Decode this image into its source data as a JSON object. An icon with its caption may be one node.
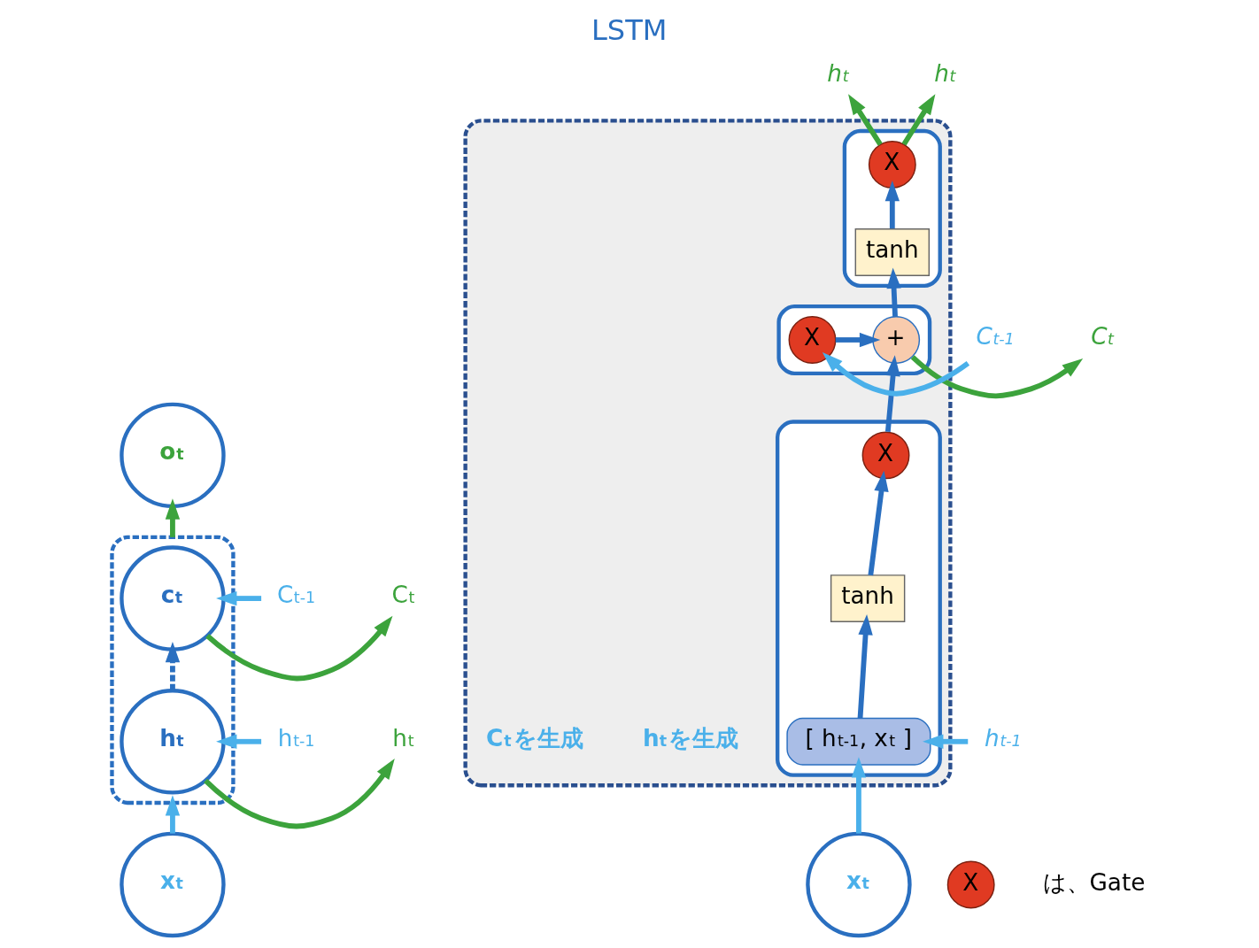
{
  "diagram": {
    "title": "LSTM",
    "nodes": [
      {
        "text": [
          "o$_{t}$"
        ]
      },
      {
        "text": [],
        "shape": "box"
      },
      {
        "text": [
          "c$_{t}$"
        ],
        "in": 1
      },
      {
        "text": [
          "h$_{t}$"
        ],
        "in": 1
      },
      {
        "text": [
          "x$_{t}$"
        ]
      },
      {
        "text": [
          "C$_{t-1}$"
        ]
      },
      {
        "text": [
          "C$_{t}$"
        ]
      },
      {
        "text": [
          "h$_{t-1}$"
        ]
      },
      {
        "text": [
          "h$_{t}$"
        ]
      },
      {
        "text": [],
        "shape": "box"
      },
      {
        "text": [],
        "shape": "box",
        "in": 9
      },
      {
        "text": [
          "X"
        ],
        "in": 10
      },
      {
        "text": [
          "tanh"
        ],
        "in": 10
      },
      {
        "text": [],
        "shape": "box",
        "in": 9
      },
      {
        "text": [
          "X"
        ],
        "in": 13
      },
      {
        "text": [
          "+"
        ],
        "in": 13
      },
      {
        "text": [],
        "shape": "box",
        "in": 9
      },
      {
        "text": [
          "X"
        ],
        "in": 16
      },
      {
        "text": [
          "tanh"
        ],
        "in": 16
      },
      {
        "text": [
          "[ h$_{t-1}$, x$_{t}$ ]"
        ],
        "in": 16
      },
      {
        "text": [
          "h$_{t}$"
        ]
      },
      {
        "text": [
          "C$_{t-1}$"
        ]
      },
      {
        "text": [
          "h$_{t-1}$"
        ]
      },
      {
        "text": [
          "C$_{t}$"
        ]
      },
      {
        "text": [
          "h$_{t}$"
        ]
      },
      {
        "text": [
          "x$_{t}$"
        ]
      },
      {
        "text": [
          "X"
        ],
        "beside": [
          "は、Gate"
        ]
      }
    ],
    "edges": [
      {
        "from": 1,
        "to": 0,
        "arrow": "to",
        "color": "#3ca33c"
      },
      {
        "from": 5,
        "to": 2,
        "arrow": "to",
        "color": "#4ab0ea"
      },
      {
        "from": 2,
        "to": 6,
        "arrow": "to",
        "color": "#3ca33c"
      },
      {
        "from": 3,
        "to": 2,
        "arrow": "to",
        "style": "dashed",
        "color": "#2a6fc0"
      },
      {
        "from": 7,
        "to": 3,
        "arrow": "to",
        "color": "#4ab0ea"
      },
      {
        "from": 3,
        "to": 8,
        "arrow": "to",
        "color": "#3ca33c"
      },
      {
        "from": 4,
        "to": 1,
        "arrow": "to",
        "color": "#4ab0ea"
      },
      {
        "from": 21,
        "to": 14,
        "arrow": "to",
        "color": "#4ab0ea"
      },
      {
        "from": 14,
        "to": 15,
        "arrow": "to",
        "color": "#2a6fc0"
      },
      {
        "from": 22,
        "to": 19,
        "arrow": "to",
        "color": "#4ab0ea"
      },
      {
        "from": 25,
        "to": 19,
        "arrow": "to",
        "color": "#4ab0ea"
      },
      {
        "from": 19,
        "to": 18,
        "arrow": "to",
        "color": "#2a6fc0"
      },
      {
        "from": 18,
        "to": 17,
        "arrow": "to",
        "color": "#2a6fc0"
      },
      {
        "from": 17,
        "to": 15,
        "arrow": "to",
        "color": "#2a6fc0"
      },
      {
        "from": 15,
        "to": 12,
        "arrow": "to",
        "color": "#2a6fc0"
      },
      {
        "from": 12,
        "to": 11,
        "arrow": "to",
        "color": "#2a6fc0"
      },
      {
        "from": 11,
        "to": 20,
        "arrow": "to",
        "color": "#3ca33c"
      },
      {
        "from": 15,
        "to": 23,
        "arrow": "to",
        "color": "#3ca33c"
      },
      {
        "from": 11,
        "to": 24,
        "arrow": "to",
        "color": "#3ca33c"
      }
    ],
    "labels": [
      "h$_{t}$を生成",
      "C$_{t}$を生成"
    ]
  }
}
